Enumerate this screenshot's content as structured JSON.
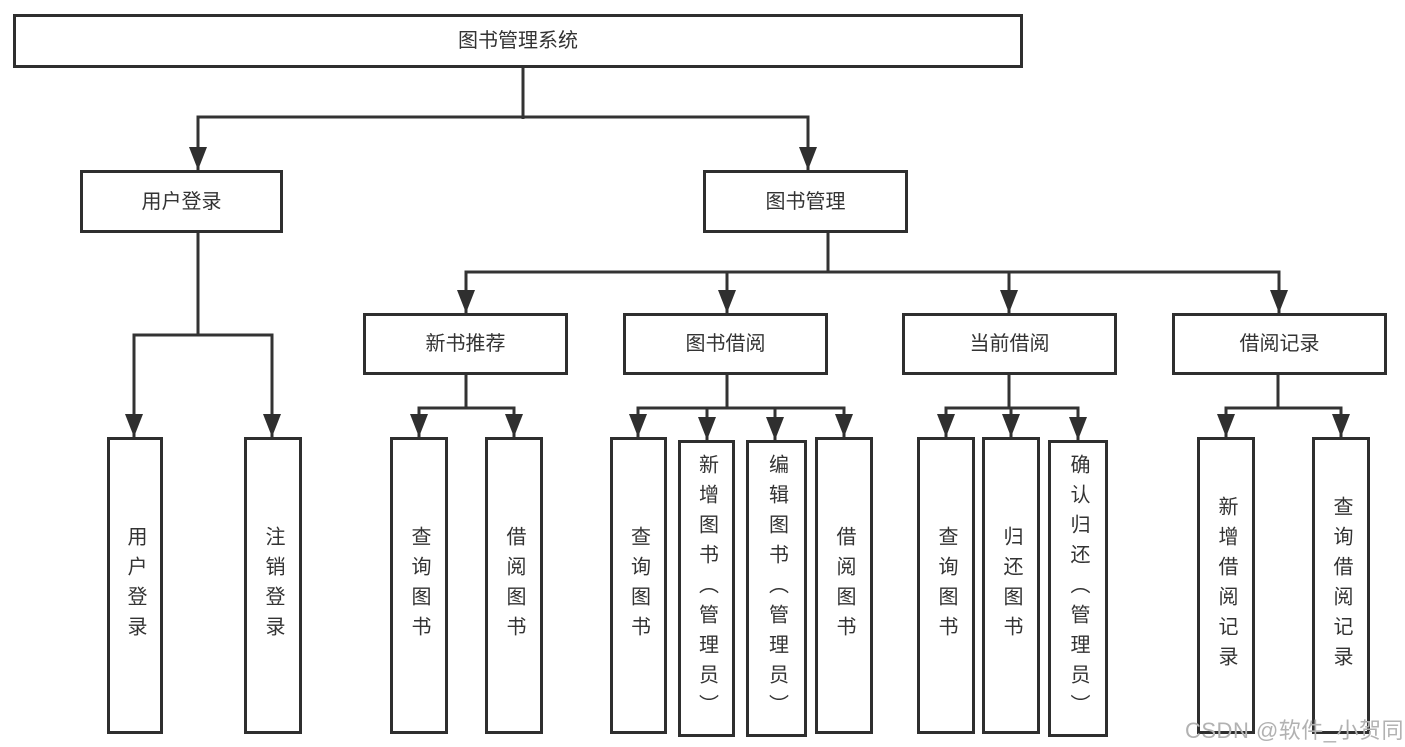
{
  "diagram": {
    "tree": {
      "root": {
        "label": "图书管理系统",
        "children": [
          {
            "label": "用户登录",
            "children": [
              {
                "label": "用户登录"
              },
              {
                "label": "注销登录"
              }
            ]
          },
          {
            "label": "图书管理",
            "children": [
              {
                "label": "新书推荐",
                "children": [
                  {
                    "label": "查询图书"
                  },
                  {
                    "label": "借阅图书"
                  }
                ]
              },
              {
                "label": "图书借阅",
                "children": [
                  {
                    "label": "查询图书"
                  },
                  {
                    "label": "新增图书（管理员）"
                  },
                  {
                    "label": "编辑图书（管理员）"
                  },
                  {
                    "label": "借阅图书"
                  }
                ]
              },
              {
                "label": "当前借阅",
                "children": [
                  {
                    "label": "查询图书"
                  },
                  {
                    "label": "归还图书"
                  },
                  {
                    "label": "确认归还（管理员）"
                  }
                ]
              },
              {
                "label": "借阅记录",
                "children": [
                  {
                    "label": "新增借阅记录"
                  },
                  {
                    "label": "查询借阅记录"
                  }
                ]
              }
            ]
          }
        ]
      }
    },
    "colors": {
      "box_border": "#2f2f2f",
      "connector_line": "#333333",
      "text": "#333333",
      "watermark": "#b2b2b2",
      "background": "#ffffff"
    },
    "watermark": {
      "text": "CSDN @软件_小贺同学"
    }
  }
}
